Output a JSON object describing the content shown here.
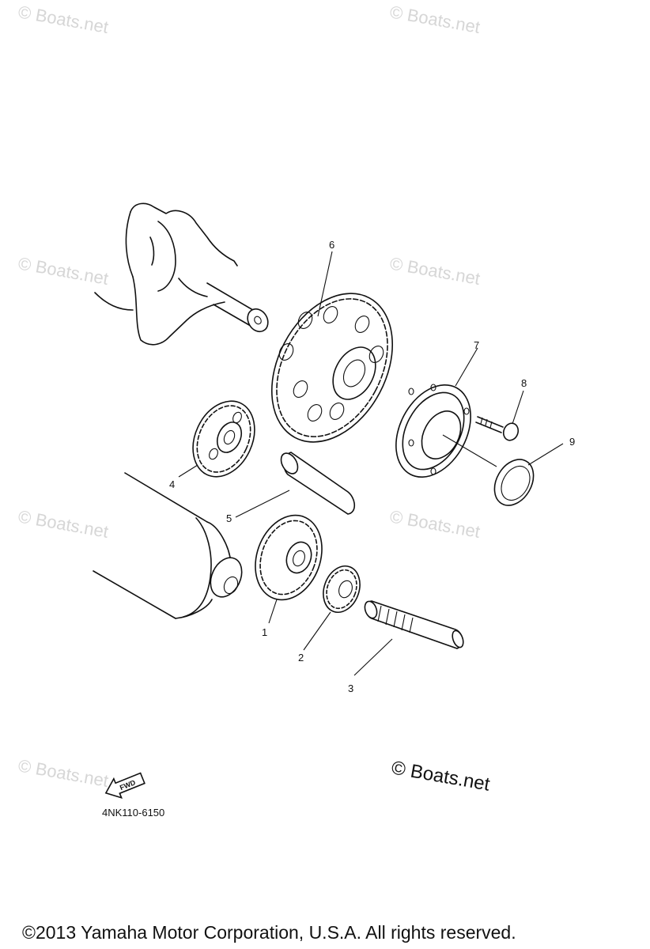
{
  "diagram": {
    "callouts": [
      "1",
      "2",
      "3",
      "4",
      "5",
      "6",
      "7",
      "8",
      "9"
    ],
    "fwd_label": "FWD",
    "part_code": "4NK110-6150"
  },
  "watermark": {
    "text": "© Boats.net"
  },
  "footer": {
    "copyright": "©2013 Yamaha Motor Corporation, U.S.A. All rights reserved."
  }
}
